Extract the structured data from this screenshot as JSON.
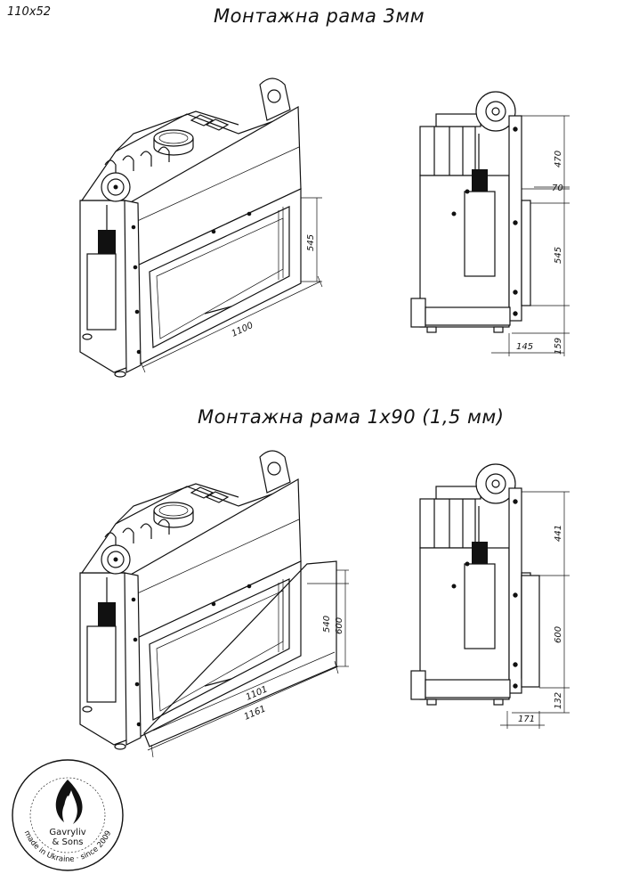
{
  "model_code": "110x52",
  "sections": [
    {
      "title": "Монтажна рама 3мм",
      "front_dims": {
        "width": "1100",
        "height": "545"
      },
      "side_dims": {
        "top": "470",
        "mid": "70",
        "height": "545",
        "depth": "145",
        "bottom": "159"
      }
    },
    {
      "title": "Монтажна рама 1х90 (1,5 мм)",
      "front_dims": {
        "inner_width": "1101",
        "outer_width": "1161",
        "inner_height": "540",
        "outer_height": "600"
      },
      "side_dims": {
        "top": "441",
        "height": "600",
        "bottom": "132",
        "depth": "171"
      }
    }
  ],
  "logo": {
    "brand_line1": "Gavryliv",
    "brand_line2": "& Sons",
    "ring_text": "made in Ukraine · since 2009"
  }
}
